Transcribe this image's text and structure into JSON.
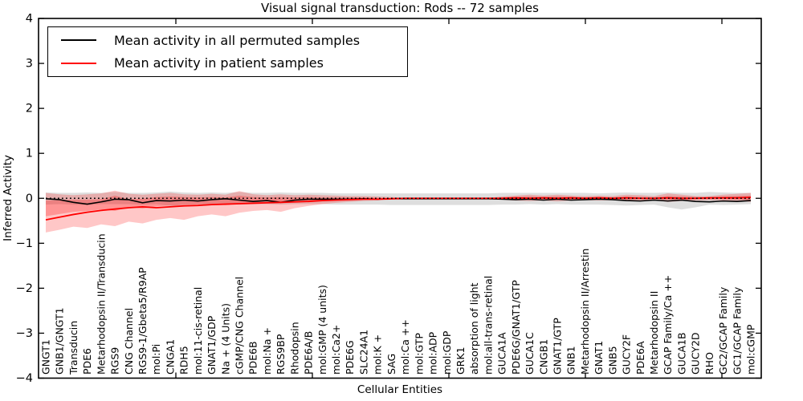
{
  "figure": {
    "title": "Visual signal transduction: Rods -- 72 samples",
    "xlabel": "Cellular Entities",
    "ylabel": "Inferred Activity"
  },
  "chart_data": {
    "type": "line",
    "title": "Visual signal transduction: Rods -- 72 samples",
    "xlabel": "Cellular Entities",
    "ylabel": "Inferred Activity",
    "ylim": [
      -4,
      4
    ],
    "yticks": [
      -4,
      -3,
      -2,
      -1,
      0,
      1,
      2,
      3,
      4
    ],
    "grid": false,
    "legend_position": "upper left",
    "reference_line": {
      "y": 0,
      "style": "dotted",
      "color": "#000000"
    },
    "categories": [
      "GNGT1",
      "GNB1/GNGT1",
      "Transducin",
      "PDE6",
      "Metarhodopsin II/Transducin",
      "RGS9",
      "CNG Channel",
      "RGS9-1/Gbeta5/R9AP",
      "mol:Pi",
      "CNGA1",
      "RDH5",
      "mol:11-cis-retinal",
      "GNAT1/GDP",
      "Na + (4 Units)",
      "cGMP/CNG Channel",
      "PDE6B",
      "mol:Na +",
      "RGS9BP",
      "Rhodopsin",
      "PDE6A/B",
      "mol:GMP (4 units)",
      "mol:Ca2+",
      "PDE6G",
      "SLC24A1",
      "mol:K +",
      "SAG",
      "mol:Ca ++",
      "mol:GTP",
      "mol:ADP",
      "mol:GDP",
      "GRK1",
      "absorption of light",
      "mol:all-trans-retinal",
      "GUCA1A",
      "PDE6G/GNAT1/GTP",
      "GUCA1C",
      "CNGB1",
      "GNAT1/GTP",
      "GNB1",
      "Metarhodopsin II/Arrestin",
      "GNAT1",
      "GNB5",
      "GUCY2F",
      "PDE6A",
      "Metarhodopsin II",
      "GCAP Family/Ca ++",
      "GUCA1B",
      "GUCY2D",
      "RHO",
      "GC2/GCAP Family",
      "GC1/GCAP Family",
      "mol:cGMP"
    ],
    "series": [
      {
        "key": "permuted-mean-line",
        "name": "Mean activity in all permuted samples",
        "color": "#000000",
        "width": 1.6,
        "values": [
          -0.01,
          -0.03,
          -0.09,
          -0.13,
          -0.08,
          -0.02,
          -0.03,
          -0.1,
          -0.05,
          -0.06,
          -0.04,
          -0.06,
          -0.03,
          -0.01,
          -0.04,
          -0.07,
          -0.05,
          -0.09,
          -0.04,
          -0.02,
          -0.02,
          -0.02,
          -0.02,
          -0.01,
          -0.02,
          -0.01,
          -0.01,
          -0.01,
          -0.01,
          -0.01,
          -0.01,
          -0.01,
          -0.01,
          -0.02,
          -0.03,
          -0.02,
          -0.04,
          -0.02,
          -0.04,
          -0.03,
          -0.02,
          -0.03,
          -0.05,
          -0.06,
          -0.04,
          -0.06,
          -0.04,
          -0.07,
          -0.08,
          -0.06,
          -0.07,
          -0.05
        ]
      },
      {
        "key": "patient-mean-line",
        "name": "Mean activity in patient samples",
        "color": "#ff0000",
        "width": 1.8,
        "values": [
          -0.48,
          -0.42,
          -0.36,
          -0.31,
          -0.27,
          -0.24,
          -0.21,
          -0.19,
          -0.21,
          -0.19,
          -0.17,
          -0.16,
          -0.14,
          -0.13,
          -0.12,
          -0.11,
          -0.1,
          -0.09,
          -0.08,
          -0.07,
          -0.05,
          -0.04,
          -0.03,
          -0.02,
          -0.02,
          -0.01,
          0,
          0,
          0,
          0,
          0,
          0,
          0,
          0,
          0.01,
          0,
          0.01,
          0,
          0.01,
          0,
          0.01,
          0,
          0.01,
          0,
          0,
          0.01,
          0,
          0,
          0.01,
          0.01,
          0.01,
          0.02
        ]
      }
    ],
    "bands": [
      {
        "key": "permuted-band",
        "color": "#000000",
        "opacity": 0.13,
        "upper": [
          0.13,
          0.12,
          0.12,
          0.13,
          0.12,
          0.14,
          0.12,
          0.12,
          0.13,
          0.15,
          0.13,
          0.12,
          0.13,
          0.12,
          0.14,
          0.12,
          0.12,
          0.13,
          0.12,
          0.12,
          0.12,
          0.11,
          0.11,
          0.11,
          0.11,
          0.11,
          0.11,
          0.11,
          0.11,
          0.11,
          0.11,
          0.11,
          0.11,
          0.12,
          0.12,
          0.12,
          0.12,
          0.12,
          0.12,
          0.12,
          0.11,
          0.12,
          0.13,
          0.12,
          0.12,
          0.13,
          0.12,
          0.12,
          0.14,
          0.13,
          0.12,
          0.12
        ],
        "lower": [
          -0.14,
          -0.13,
          -0.14,
          -0.15,
          -0.13,
          -0.13,
          -0.13,
          -0.14,
          -0.13,
          -0.17,
          -0.14,
          -0.13,
          -0.14,
          -0.13,
          -0.14,
          -0.13,
          -0.13,
          -0.14,
          -0.13,
          -0.13,
          -0.13,
          -0.14,
          -0.14,
          -0.14,
          -0.14,
          -0.15,
          -0.15,
          -0.15,
          -0.15,
          -0.15,
          -0.15,
          -0.15,
          -0.15,
          -0.14,
          -0.14,
          -0.13,
          -0.14,
          -0.13,
          -0.14,
          -0.14,
          -0.14,
          -0.15,
          -0.16,
          -0.15,
          -0.14,
          -0.2,
          -0.25,
          -0.2,
          -0.14,
          -0.15,
          -0.14,
          -0.13
        ]
      },
      {
        "key": "patient-band-outer",
        "color": "#ff0000",
        "opacity": 0.22,
        "upper": [
          0.12,
          0.09,
          0.07,
          0.09,
          0.11,
          0.17,
          0.1,
          0.08,
          0.1,
          0.12,
          0.09,
          0.08,
          0.1,
          0.08,
          0.16,
          0.09,
          0.07,
          0.09,
          0.07,
          0.08,
          0.07,
          0.06,
          0.05,
          0.05,
          0.04,
          0.03,
          0.01,
          0.01,
          0.01,
          0.01,
          0.01,
          0.01,
          0.01,
          0.04,
          0.06,
          0.08,
          0.06,
          0.08,
          0.06,
          0.05,
          0.06,
          0.05,
          0.08,
          0.07,
          0.05,
          0.11,
          0.08,
          0.05,
          0.05,
          0.08,
          0.1,
          0.12
        ],
        "lower": [
          -0.76,
          -0.7,
          -0.63,
          -0.66,
          -0.58,
          -0.62,
          -0.52,
          -0.56,
          -0.48,
          -0.44,
          -0.48,
          -0.4,
          -0.36,
          -0.4,
          -0.32,
          -0.28,
          -0.26,
          -0.3,
          -0.22,
          -0.17,
          -0.13,
          -0.1,
          -0.08,
          -0.06,
          -0.05,
          -0.03,
          -0.01,
          -0.01,
          -0.01,
          -0.01,
          -0.01,
          -0.01,
          -0.01,
          -0.03,
          -0.05,
          -0.06,
          -0.05,
          -0.07,
          -0.05,
          -0.04,
          -0.05,
          -0.04,
          -0.06,
          -0.05,
          -0.04,
          -0.08,
          -0.06,
          -0.05,
          -0.04,
          -0.05,
          -0.06,
          -0.08
        ]
      },
      {
        "key": "patient-band-inner",
        "color": "#ff0000",
        "opacity": 0.25,
        "upper": [
          -0.05,
          -0.04,
          -0.03,
          -0.03,
          -0.02,
          0.06,
          -0.02,
          -0.01,
          0.03,
          0.04,
          0.03,
          0.02,
          0.03,
          0.02,
          0.06,
          0.03,
          0.02,
          0.03,
          0.02,
          0.03,
          0.02,
          0.02,
          0.02,
          0.02,
          0.01,
          0.01,
          0.005,
          0.005,
          0.005,
          0.005,
          0.005,
          0.005,
          0.005,
          0.02,
          0.03,
          0.04,
          0.03,
          0.04,
          0.03,
          0.02,
          0.03,
          0.02,
          0.04,
          0.03,
          0.02,
          0.05,
          0.04,
          0.03,
          0.02,
          0.04,
          0.05,
          0.06
        ],
        "lower": [
          -0.4,
          -0.35,
          -0.3,
          -0.28,
          -0.25,
          -0.28,
          -0.2,
          -0.23,
          -0.18,
          -0.16,
          -0.18,
          -0.15,
          -0.13,
          -0.15,
          -0.12,
          -0.1,
          -0.09,
          -0.11,
          -0.08,
          -0.06,
          -0.05,
          -0.04,
          -0.03,
          -0.02,
          -0.02,
          -0.01,
          -0.005,
          -0.005,
          -0.005,
          -0.005,
          -0.005,
          -0.005,
          -0.005,
          -0.01,
          -0.02,
          -0.03,
          -0.02,
          -0.03,
          -0.02,
          -0.02,
          -0.02,
          -0.02,
          -0.03,
          -0.02,
          -0.02,
          -0.03,
          -0.04,
          -0.02,
          -0.02,
          -0.02,
          -0.03,
          -0.04
        ]
      }
    ]
  }
}
